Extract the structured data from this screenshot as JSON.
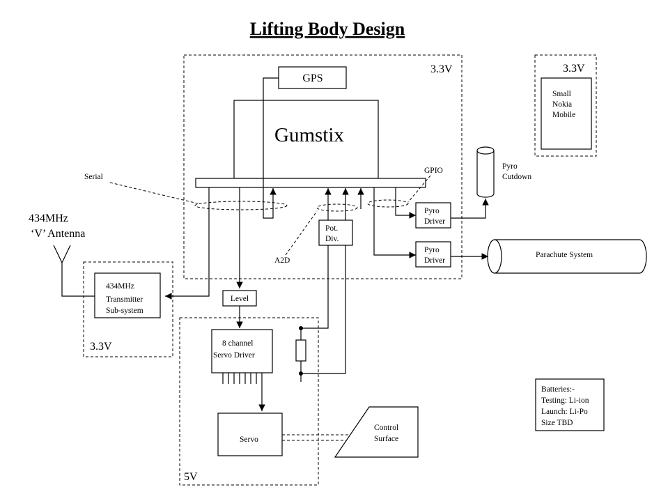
{
  "title": "Lifting Body Design",
  "labels": {
    "main_voltage": "3.3V",
    "phone_voltage": "3.3V",
    "tx_voltage": "3.3V",
    "servo_voltage": "5V",
    "gps": "GPS",
    "gumstix": "Gumstix",
    "serial": "Serial",
    "gpio": "GPIO",
    "a2d": "A2D",
    "pot_div": [
      "Pot.",
      "Div."
    ],
    "pyro_driver_1": [
      "Pyro",
      "Driver"
    ],
    "pyro_driver_2": [
      "Pyro",
      "Driver"
    ],
    "pyro_cutdown": [
      "Pyro",
      "Cutdown"
    ],
    "parachute": "Parachute System",
    "phone": [
      "Small",
      "Nokia",
      "Mobile"
    ],
    "antenna": [
      "434MHz",
      "‘V’ Antenna"
    ],
    "transmitter": [
      "434MHz",
      "Transmitter",
      "Sub-system"
    ],
    "level": "Level",
    "servo_driver": [
      "8 channel",
      "Servo Driver"
    ],
    "servo": "Servo",
    "control_surface": [
      "Control",
      "Surface"
    ],
    "batteries": [
      "Batteries:-",
      "Testing: Li-ion",
      "Launch: Li-Po",
      "Size TBD"
    ]
  }
}
